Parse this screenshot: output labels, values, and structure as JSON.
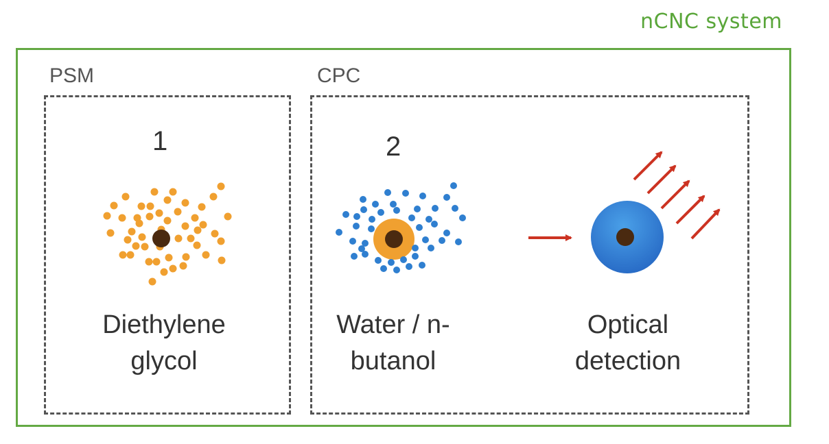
{
  "system_label": "nCNC system",
  "groups": {
    "psm": {
      "label": "PSM"
    },
    "cpc": {
      "label": "CPC"
    }
  },
  "steps": {
    "step1": {
      "number": "1",
      "caption_line1": "Diethylene",
      "caption_line2": "glycol"
    },
    "step2": {
      "number": "2",
      "caption_line1": "Water / n-",
      "caption_line2": "butanol"
    },
    "step3": {
      "caption_line1": "Optical",
      "caption_line2": "detection"
    }
  },
  "colors": {
    "frame": "#64a944",
    "orange_droplets": "#f0a030",
    "blue_droplets": "#2f7fd0",
    "particle_core": "#4a2a10",
    "arrows": "#cc3322",
    "detected_sphere": "#2e7fd6"
  },
  "icons": [
    "orange-droplet-cloud",
    "blue-droplet-cloud",
    "particle-core",
    "incident-arrow",
    "scattered-arrows",
    "detected-sphere"
  ]
}
